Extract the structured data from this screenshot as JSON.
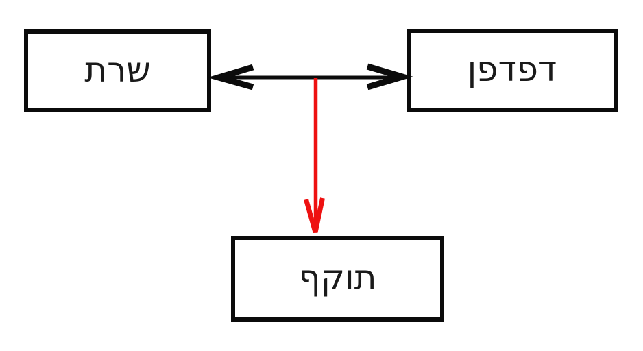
{
  "diagram": {
    "kind": "network-attack-diagram",
    "background_color": "#ffffff",
    "box_border_color": "#0b0b0b",
    "boxes": [
      {
        "id": "server",
        "label": "שרת"
      },
      {
        "id": "browser",
        "label": "דפדפן"
      },
      {
        "id": "attacker",
        "label": "תוקף"
      }
    ],
    "connections": [
      {
        "between": [
          "server",
          "browser"
        ],
        "style": "double-headed-horizontal-arrow",
        "color": "#0b0b0b"
      },
      {
        "from": "server-browser-link-midpoint",
        "to": "attacker",
        "style": "single-headed-arrow-down",
        "color": "#ee1111"
      }
    ]
  }
}
